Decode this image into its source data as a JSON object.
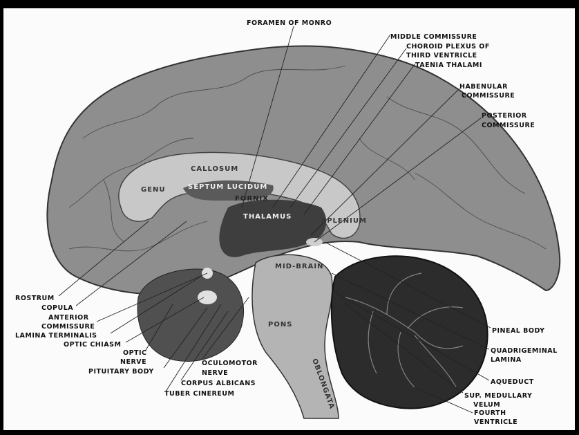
{
  "labels": {
    "foramen_of_monro": "FORAMEN OF MONRO",
    "middle_commissure": "MIDDLE COMMISSURE",
    "choroid_plexus_1": "CHOROID PLEXUS OF",
    "choroid_plexus_2": "THIRD VENTRICLE",
    "taenia_thalami": "TAENIA THALAMI",
    "habenular_1": "HABENULAR",
    "habenular_2": "COMMISSURE",
    "posterior_1": "POSTERIOR",
    "posterior_2": "COMMISSURE",
    "rostrum": "ROSTRUM",
    "copula": "COPULA",
    "anterior_1": "ANTERIOR",
    "anterior_2": "COMMISSURE",
    "lamina_terminalis": "LAMINA TERMINALIS",
    "optic_chiasm": "OPTIC CHIASM",
    "optic_nerve_1": "OPTIC",
    "optic_nerve_2": "NERVE",
    "pituitary_body": "PITUITARY BODY",
    "oculomotor_1": "OCULOMOTOR",
    "oculomotor_2": "NERVE",
    "corpus_albicans": "CORPUS ALBICANS",
    "tuber_cinereum": "TUBER CINEREUM",
    "pineal_body": "PINEAL BODY",
    "quadrigeminal_1": "QUADRIGEMINAL",
    "quadrigeminal_2": "LAMINA",
    "aqueduct": "AQUEDUCT",
    "sup_medullary_1": "SUP. MEDULLARY",
    "sup_medullary_2": "VELUM",
    "fourth_ventricle_1": "FOURTH",
    "fourth_ventricle_2": "VENTRICLE"
  },
  "inline_labels": {
    "callosum": "CALLOSUM",
    "genu": "GENU",
    "septum_lucidum": "SEPTUM LUCIDUM",
    "fornix": "FORNIX",
    "thalamus": "THALAMUS",
    "splenium": "SPLENIUM",
    "mid_brain": "MID-BRAIN",
    "pons": "PONS",
    "oblongata": "OBLONGATA"
  }
}
